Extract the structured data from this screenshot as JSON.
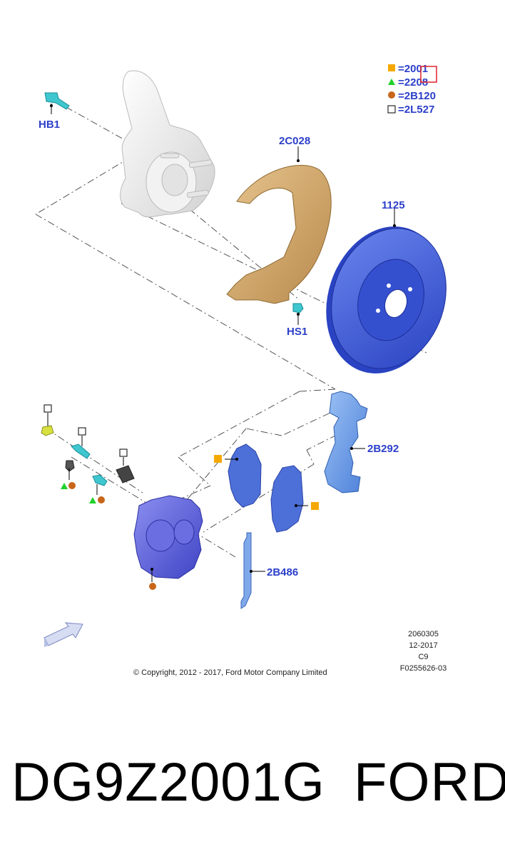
{
  "legend": {
    "items": [
      {
        "symbol": "orange-square",
        "color": "#f5a800",
        "label": "=2001"
      },
      {
        "symbol": "green-triangle",
        "color": "#1fd12a",
        "label": "=2208"
      },
      {
        "symbol": "brown-circle",
        "color": "#c8661a",
        "label": "=2B120"
      },
      {
        "symbol": "empty-square",
        "color": "#000000",
        "label": "=2L527"
      }
    ]
  },
  "callouts": {
    "hb1": "HB1",
    "c2c028": "2C028",
    "c1125": "1125",
    "hs1": "HS1",
    "c2b292": "2B292",
    "c2b486": "2B486"
  },
  "meta": {
    "line1": "2060305",
    "line2": "12-2017",
    "line3": "C9",
    "line4": "F0255626-03"
  },
  "copyright": "© Copyright, 2012 - 2017, Ford Motor Company Limited",
  "footer": {
    "part_number": "DG9Z2001G",
    "brand": "FORD"
  },
  "colors": {
    "callout_blue": "#2b3fc9",
    "rotor_blue": "#3b57d6",
    "shield_tan": "#c89a5c",
    "caliper_purple": "#5b5fd8",
    "bracket_light_blue": "#5f8fe0",
    "pad_blue": "#4d6fd8",
    "bolt_cyan": "#3fc6cf",
    "highlight_red": "#e0202a"
  }
}
